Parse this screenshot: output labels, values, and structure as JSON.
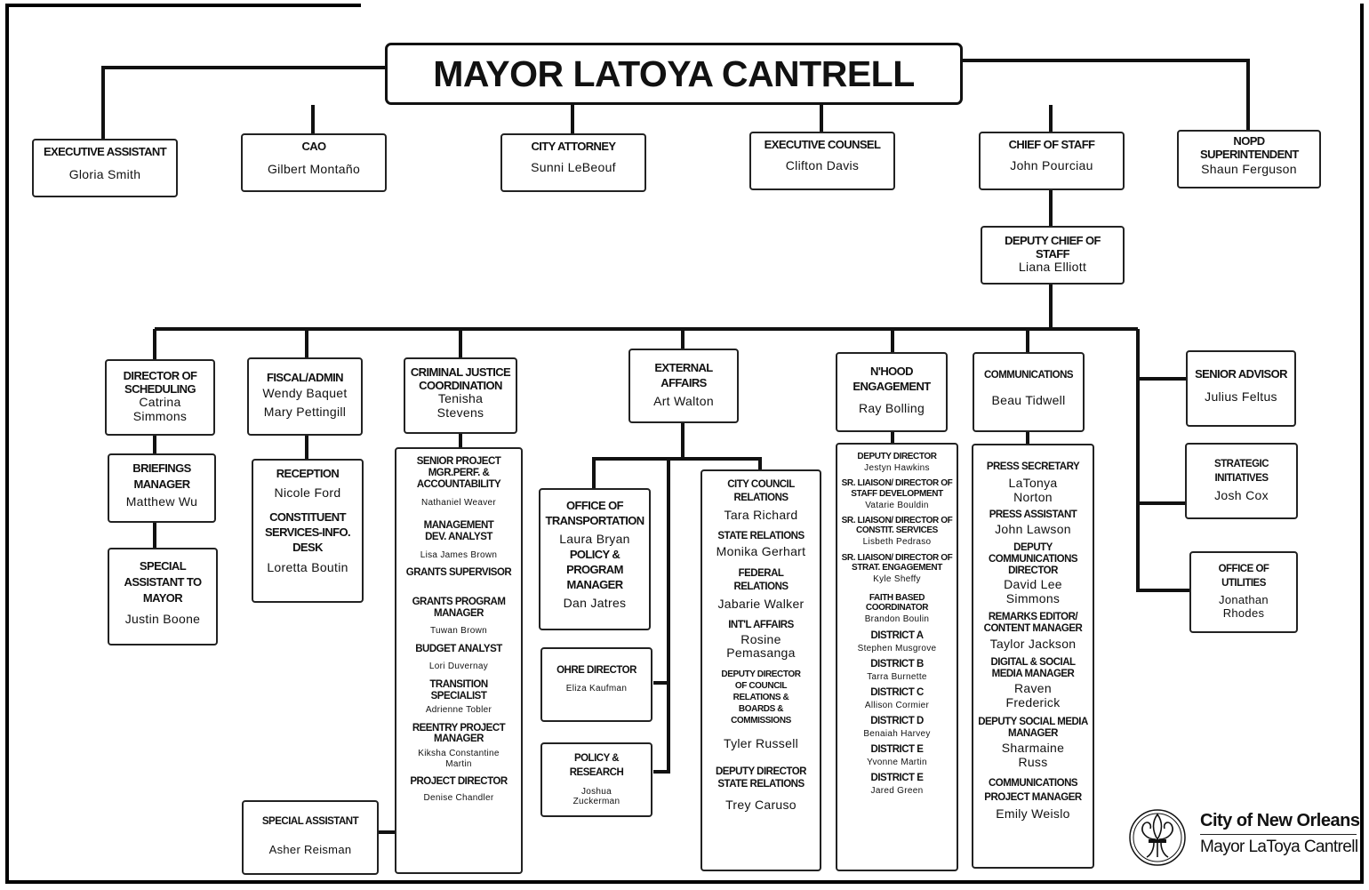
{
  "mayor": "MAYOR LATOYA CANTRELL",
  "top_row": {
    "exec_asst": {
      "title": "EXECUTIVE ASSISTANT",
      "name": "Gloria Smith"
    },
    "cao": {
      "title": "CAO",
      "name": "Gilbert Montaño"
    },
    "city_attorney": {
      "title": "CITY ATTORNEY",
      "name": "Sunni LeBeouf"
    },
    "exec_counsel": {
      "title": "EXECUTIVE COUNSEL",
      "name": "Clifton Davis"
    },
    "chief_of_staff": {
      "title": "CHIEF OF STAFF",
      "name": "John Pourciau"
    },
    "nopd": {
      "title": "NOPD SUPERINTENDENT",
      "name": "Shaun Ferguson"
    }
  },
  "deputy_chief": {
    "title": "DEPUTY CHIEF OF STAFF",
    "name": "Liana Elliott"
  },
  "scheduling": {
    "director": {
      "title": "DIRECTOR OF SCHEDULING",
      "name": "Catrina Simmons"
    },
    "briefings": {
      "title": "BRIEFINGS MANAGER",
      "name": "Matthew Wu"
    },
    "special_asst": {
      "title": "SPECIAL ASSISTANT TO MAYOR",
      "name": "Justin Boone"
    }
  },
  "fiscal": {
    "head": {
      "title": "FISCAL/ADMIN",
      "name1": "Wendy Baquet",
      "name2": "Mary Pettingill"
    },
    "reception_title": "RECEPTION",
    "reception_name": "Nicole Ford",
    "constituent_title": "CONSTITUENT SERVICES-INFO. DESK",
    "constituent_name": "Loretta Boutin"
  },
  "criminal_justice": {
    "head": {
      "title": "CRIMINAL JUSTICE COORDINATION",
      "name": "Tenisha Stevens"
    },
    "staff": [
      {
        "title": "SENIOR PROJECT MGR.PERF. & ACCOUNTABILITY",
        "name": "Nathaniel Weaver"
      },
      {
        "title": "MANAGEMENT DEV. ANALYST",
        "name": "Lisa James Brown"
      },
      {
        "title": "GRANTS SUPERVISOR",
        "name": ""
      },
      {
        "title": "GRANTS PROGRAM MANAGER",
        "name": "Tuwan Brown"
      },
      {
        "title": "BUDGET ANALYST",
        "name": "Lori Duvernay"
      },
      {
        "title": "TRANSITION SPECIALIST",
        "name": "Adrienne Tobler"
      },
      {
        "title": "REENTRY PROJECT MANAGER",
        "name": "Kiksha Constantine Martin"
      },
      {
        "title": "PROJECT DIRECTOR",
        "name": "Denise Chandler"
      }
    ]
  },
  "special_assistant": {
    "title": "SPECIAL ASSISTANT",
    "name": "Asher Reisman"
  },
  "external": {
    "head": {
      "title": "EXTERNAL AFFAIRS",
      "name": "Art Walton"
    },
    "transportation": {
      "title": "OFFICE OF TRANSPORTATION",
      "name": "Laura Bryan",
      "title2": "POLICY & PROGRAM MANAGER",
      "name2": "Dan Jatres"
    },
    "ohre": {
      "title": "OHRE DIRECTOR",
      "name": "Eliza Kaufman"
    },
    "policy": {
      "title": "POLICY & RESEARCH",
      "name": "Joshua Zuckerman"
    },
    "council": [
      {
        "title": "CITY COUNCIL RELATIONS",
        "name": "Tara Richard"
      },
      {
        "title": "STATE RELATIONS",
        "name": "Monika Gerhart"
      },
      {
        "title": "FEDERAL RELATIONS",
        "name": "Jabarie Walker"
      },
      {
        "title": "INT'L AFFAIRS",
        "name": "Rosine Pemasanga"
      },
      {
        "title": "DEPUTY DIRECTOR OF COUNCIL RELATIONS & BOARDS & COMMISSIONS",
        "name": "Tyler Russell"
      },
      {
        "title": "DEPUTY DIRECTOR STATE RELATIONS",
        "name": "Trey Caruso"
      }
    ]
  },
  "nhood": {
    "head": {
      "title": "N'HOOD ENGAGEMENT",
      "name": "Ray Bolling"
    },
    "staff": [
      {
        "title": "DEPUTY DIRECTOR",
        "name": "Jestyn Hawkins"
      },
      {
        "title": "SR. LIAISON/ DIRECTOR OF STAFF DEVELOPMENT",
        "name": "Vatarie Bouldin"
      },
      {
        "title": "SR. LIAISON/ DIRECTOR OF CONSTIT. SERVICES",
        "name": "Lisbeth Pedraso"
      },
      {
        "title": "SR. LIAISON/ DIRECTOR OF STRAT. ENGAGEMENT",
        "name": "Kyle Sheffy"
      },
      {
        "title": "FAITH BASED COORDINATOR",
        "name": "Brandon Boulin"
      },
      {
        "title": "DISTRICT A",
        "name": "Stephen Musgrove"
      },
      {
        "title": "DISTRICT B",
        "name": "Tarra Burnette"
      },
      {
        "title": "DISTRICT C",
        "name": "Allison Cormier"
      },
      {
        "title": "DISTRICT D",
        "name": "Benaiah Harvey"
      },
      {
        "title": "DISTRICT E",
        "name": "Yvonne Martin"
      },
      {
        "title": "DISTRICT E",
        "name": "Jared Green"
      }
    ]
  },
  "communications": {
    "head": {
      "title": "COMMUNICATIONS",
      "name": "Beau Tidwell"
    },
    "staff": [
      {
        "title": "PRESS SECRETARY",
        "name": "LaTonya Norton"
      },
      {
        "title": "PRESS ASSISTANT",
        "name": "John Lawson"
      },
      {
        "title": "DEPUTY COMMUNICATIONS DIRECTOR",
        "name": "David Lee Simmons"
      },
      {
        "title": "REMARKS EDITOR/ CONTENT MANAGER",
        "name": "Taylor Jackson"
      },
      {
        "title": "DIGITAL & SOCIAL MEDIA MANAGER",
        "name": "Raven Frederick"
      },
      {
        "title": "DEPUTY SOCIAL MEDIA MANAGER",
        "name": "Sharmaine Russ"
      },
      {
        "title": "COMMUNICATIONS PROJECT MANAGER",
        "name": "Emily Weislo"
      }
    ]
  },
  "right_col": {
    "senior_advisor": {
      "title": "SENIOR ADVISOR",
      "name": "Julius Feltus"
    },
    "strategic": {
      "title": "STRATEGIC INITIATIVES",
      "name": "Josh Cox"
    },
    "utilities": {
      "title": "OFFICE OF UTILITIES",
      "name": "Jonathan Rhodes"
    }
  },
  "logo": {
    "line1": "City of New Orleans",
    "line2": "Mayor LaToya Cantrell",
    "icon": "fleur-de-lis-icon"
  }
}
